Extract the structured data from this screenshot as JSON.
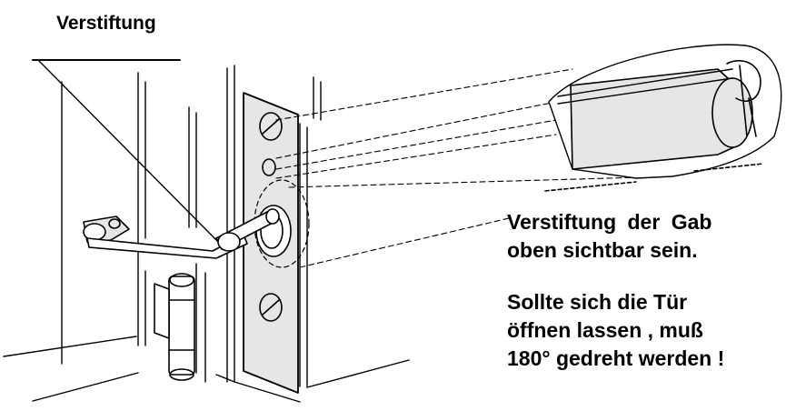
{
  "callout": {
    "title": "Verstiftung"
  },
  "instructions": {
    "note_1": {
      "line_1": "Verstiftung  der  Gab",
      "line_2": "oben sichtbar sein."
    },
    "note_2": {
      "line_1": "Sollte  sich die Tür",
      "line_2": "öffnen lassen , muß",
      "line_3": "180° gedreht werden !"
    }
  },
  "colors": {
    "ink": "#000000",
    "paper": "#ffffff",
    "shade": "#e6e6e6"
  }
}
